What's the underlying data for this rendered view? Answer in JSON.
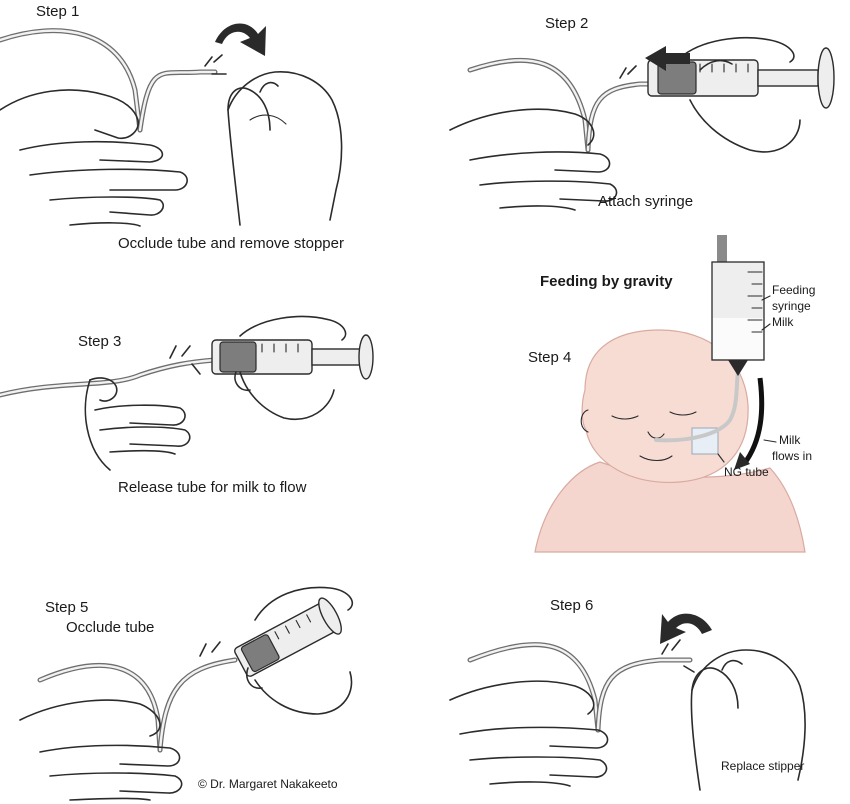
{
  "panels": [
    {
      "step": "Step 1",
      "caption": "Occlude tube and remove stopper"
    },
    {
      "step": "Step 2",
      "caption": "Attach syringe"
    },
    {
      "step": "Step 3",
      "caption": "Release tube for milk to flow"
    },
    {
      "step": "Step 4",
      "title": "Feeding by gravity",
      "labels": {
        "syringe_line1": "Feeding",
        "syringe_line2": "syringe",
        "milk": "Milk",
        "flow_line1": "Milk",
        "flow_line2": "flows in",
        "ng_tube": "NG tube"
      }
    },
    {
      "step": "Step 5",
      "caption": "Occlude tube"
    },
    {
      "step": "Step 6",
      "caption": "Replace stipper"
    }
  ],
  "copyright": "© Dr. Margaret Nakakeeto"
}
